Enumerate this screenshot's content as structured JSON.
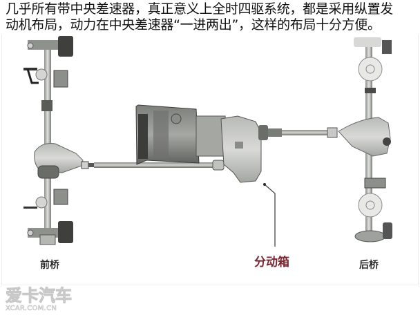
{
  "caption": {
    "line1": "几乎所有带中央差速器，真正意义上全时四驱系统，都是采用纵置发",
    "line2": "动机布局，动力在中央差速器“一进两出”，这样的布局十分方便。"
  },
  "labels": {
    "front_axle": "前桥",
    "transfer_case": "分动箱",
    "rear_axle": "后桥"
  },
  "watermark": {
    "brand_cn": "爱卡汽车",
    "brand_en": "XCAR.COM.CN"
  },
  "colors": {
    "caption_text": "#111111",
    "label_text": "#2a2a2a",
    "transfer_label": "#7a2630",
    "metal_light": "#c9cbc8",
    "metal_mid": "#9a9c98",
    "metal_dark": "#4a4b48"
  }
}
